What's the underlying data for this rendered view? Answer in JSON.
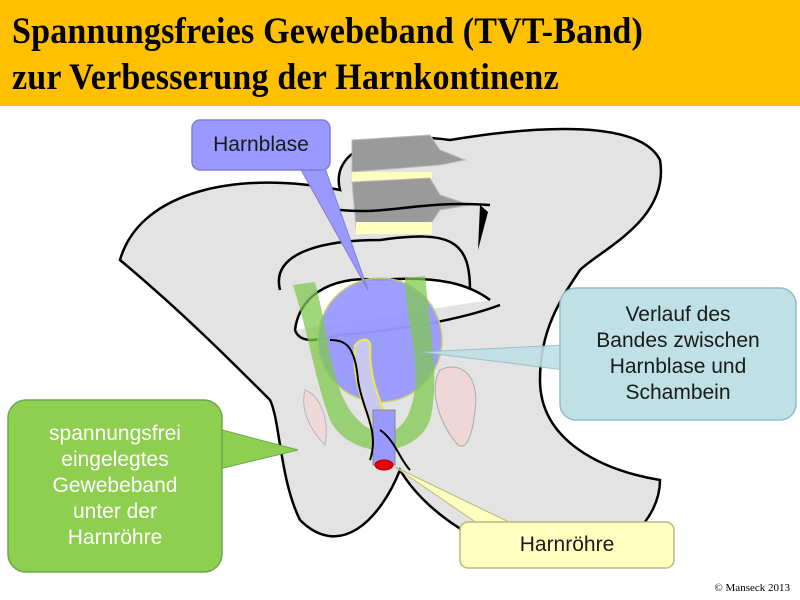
{
  "title": {
    "line1": "Spannungsfreies Gewebeband (TVT-Band)",
    "line2": "zur Verbesserung der Harnkontinenz"
  },
  "callouts": {
    "bladder": "Harnblase",
    "band_path": [
      "Verlauf des",
      "Bandes zwischen",
      "Harnblase und",
      "Schambein"
    ],
    "tape": [
      "spannungsfrei",
      "eingelegtes",
      "Gewebeband",
      "unter der",
      "Harnröhre"
    ],
    "urethra": "Harnröhre"
  },
  "copyright": "© Manseck 2013",
  "colors": {
    "banner": "#FFC000",
    "bladder": "#9999FF",
    "tape": "#8FCF50",
    "band_callout": "#BFE0E4",
    "urethra_callout": "#FFFFC0"
  }
}
